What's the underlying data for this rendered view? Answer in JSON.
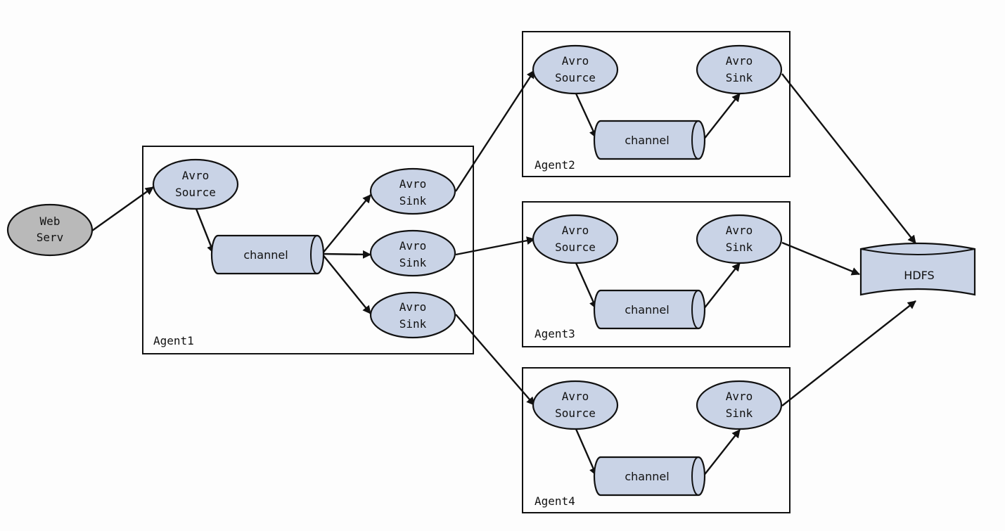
{
  "web_server": {
    "line1": "Web",
    "line2": "Serv"
  },
  "agents": [
    {
      "label": "Agent1",
      "source": {
        "line1": "Avro",
        "line2": "Source"
      },
      "channel": "channel",
      "sinks": [
        {
          "line1": "Avro",
          "line2": "Sink"
        },
        {
          "line1": "Avro",
          "line2": "Sink"
        },
        {
          "line1": "Avro",
          "line2": "Sink"
        }
      ]
    },
    {
      "label": "Agent2",
      "source": {
        "line1": "Avro",
        "line2": "Source"
      },
      "channel": "channel",
      "sink": {
        "line1": "Avro",
        "line2": "Sink"
      }
    },
    {
      "label": "Agent3",
      "source": {
        "line1": "Avro",
        "line2": "Source"
      },
      "channel": "channel",
      "sink": {
        "line1": "Avro",
        "line2": "Sink"
      }
    },
    {
      "label": "Agent4",
      "source": {
        "line1": "Avro",
        "line2": "Source"
      },
      "channel": "channel",
      "sink": {
        "line1": "Avro",
        "line2": "Sink"
      }
    }
  ],
  "storage": {
    "label": "HDFS"
  }
}
